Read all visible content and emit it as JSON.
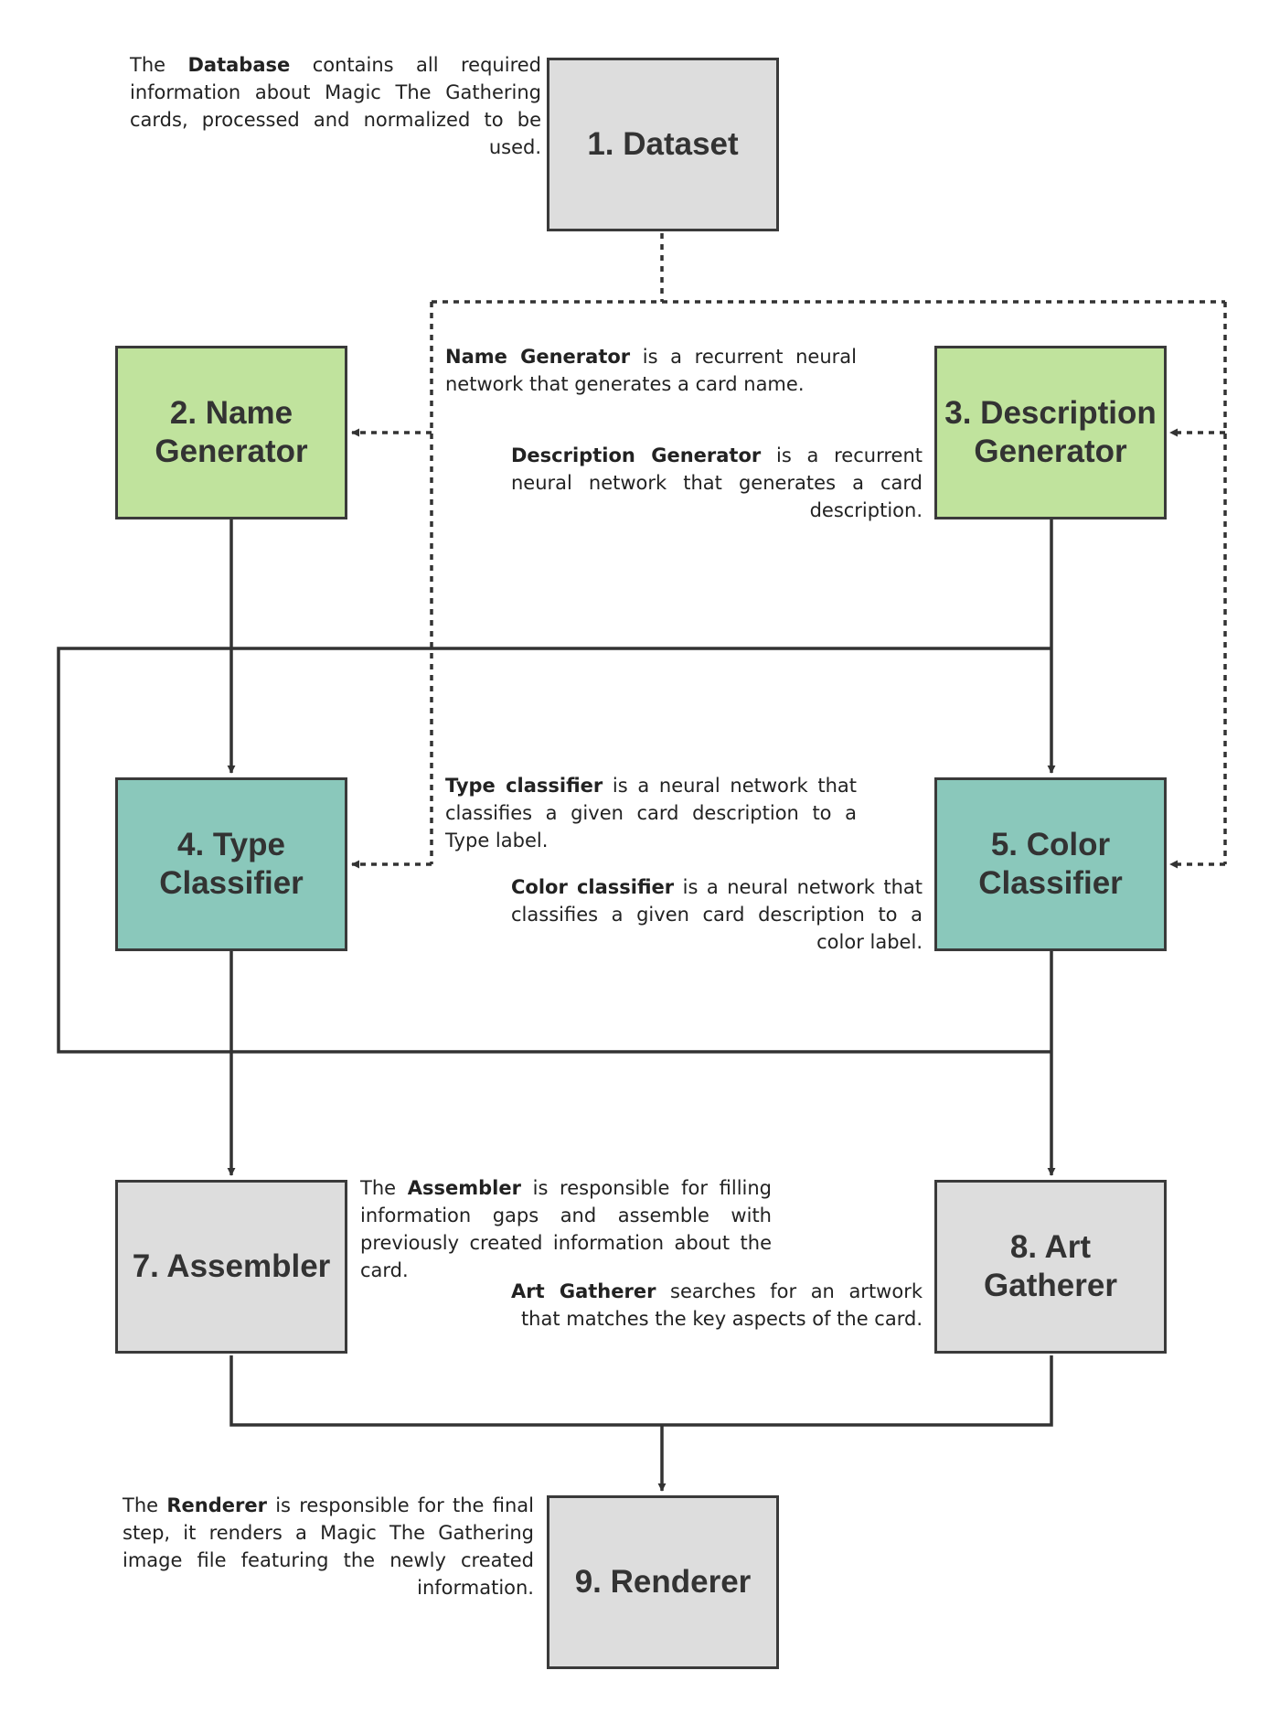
{
  "colors": {
    "gray": "#dddddd",
    "green": "#c0e39d",
    "teal": "#8ac8bb",
    "line": "#333333"
  },
  "nodes": {
    "dataset": "1. Dataset",
    "name_generator": "2. Name\nGenerator",
    "description_generator": "3. Description\nGenerator",
    "type_classifier": "4. Type\nClassifier",
    "color_classifier": "5. Color\nClassifier",
    "assembler": "7. Assembler",
    "art_gatherer": "8. Art\nGatherer",
    "renderer": "9. Renderer"
  },
  "notes": {
    "dataset": {
      "pre": "The ",
      "bold": "Database",
      "post": " contains all required information about Magic The Gathering cards, processed and normalized to be used."
    },
    "name_generator": {
      "pre": "",
      "bold": "Name Generator",
      "post": " is a recurrent neural network that generates a card name."
    },
    "description_generator": {
      "pre": "",
      "bold": "Description Generator",
      "post": " is a recurrent neural network that generates a card description."
    },
    "type_classifier": {
      "pre": "",
      "bold": "Type classifier",
      "post": " is a neural network that classifies a given card description to a Type label."
    },
    "color_classifier": {
      "pre": "",
      "bold": "Color classifier",
      "post": " is a neural network that classifies a given card description to a color label."
    },
    "assembler": {
      "pre": "The ",
      "bold": "Assembler",
      "post": " is responsible for filling information gaps and assemble with previously created information about the card."
    },
    "art_gatherer": {
      "pre": "",
      "bold": "Art Gatherer",
      "post": " searches for an artwork that matches the key aspects of the card."
    },
    "renderer": {
      "pre": "The ",
      "bold": "Renderer",
      "post": " is responsible for the final step, it renders a Magic The Gathering image file featuring the newly created information."
    }
  }
}
